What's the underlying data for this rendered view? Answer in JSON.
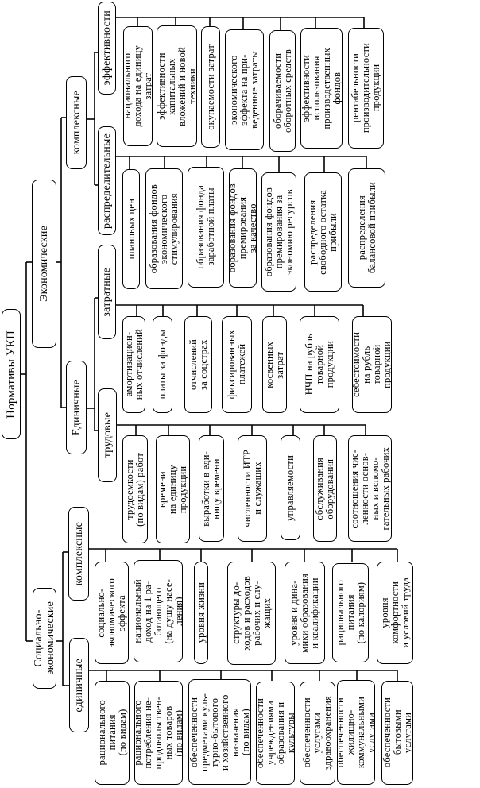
{
  "title": "Нормативы УКП",
  "economic": {
    "label": "Экономические",
    "complex": {
      "label": "комплексные",
      "efficiency": {
        "label": "эффективности",
        "items": [
          "национального\nдохода на единицу\nзатрат",
          "эффективности\nкапитальных\nвложений и новой\nтехники",
          "окупаемости затрат",
          "экономического\nэффекта на при-\nведенные затраты",
          "оборачиваемости\nоборотных средств",
          "эффективности\nиспользования\nпроизводственных\nфондов",
          "рентабельности\nпроизводительности\nпродукции"
        ]
      },
      "distributive": {
        "label": "распределительные",
        "items": [
          "плановых цен",
          "образования фондов\nэкономического\nстимулирования",
          "образования фонда\nзаработной платы",
          "образования фондов\nпремирования\nза качество",
          "образования фондов\nпремирования за\nэкономию ресурсов",
          "распределения\nсвободного остатка\nприбыли",
          "распределения\nбалансовой прибыли"
        ]
      }
    },
    "unit": {
      "label": "Единичные",
      "cost": {
        "label": "затратные",
        "items": [
          "амортизацион-\nных отчислений",
          "платы за фонды",
          "отчислений\nза соцстрах",
          "фиксированных\nплатежей",
          "косвенных\nзатрат",
          "НЧП на рубль\nтоварной\nпродукции",
          "себестоимости\nна рубль\nтоварной\nпродукции"
        ]
      },
      "labor": {
        "label": "трудовые",
        "items": [
          "трудоемкости\n(по видам) работ",
          "времени\nна единицу\nпродукции",
          "выработки в еди-\nницу времени",
          "численности ИТР\nи служащих",
          "управляемости",
          "обслуживания\nоборудования",
          "соотношения чис-\nленности основ-\nных и вспомо-\nгательных рабочих"
        ]
      }
    }
  },
  "social": {
    "label": "Социально-\nэкономические",
    "complex": {
      "label": "комплексные",
      "items": [
        "социально-\nэкономического\nэффекта",
        "национальный\nдоход на 1 ра-\nботающего\n(на душу насе-\nления)",
        "уровня жизни",
        "структуры до-\nходов и расходов\nрабочих и слу-\nжащих",
        "уровня и дина-\nмики образования\nи квалификации",
        "рационального\nпитания\n(по калориям)",
        "уровня\nкомфортности\nи условий труда"
      ]
    },
    "unit": {
      "label": "единичные",
      "items": [
        "рационального\nпитания\n(по видам)",
        "рационального\nпотребления не-\nпродовольствен-\nных товаров\n(по видам)",
        "обеспеченности\nпредметами куль-\nтурно-бытового\nи хозяйственного\nназначения\n(по видам)",
        "обеспеченности\nучреждениями\nобразования и\nкультуры",
        "обеспеченности\nуслугами\nздравоохранения",
        "обеспеченности\nжилищно-\nкоммунальными\nуслугами",
        "обеспеченности\nбытовыми\nуслугами"
      ]
    }
  }
}
